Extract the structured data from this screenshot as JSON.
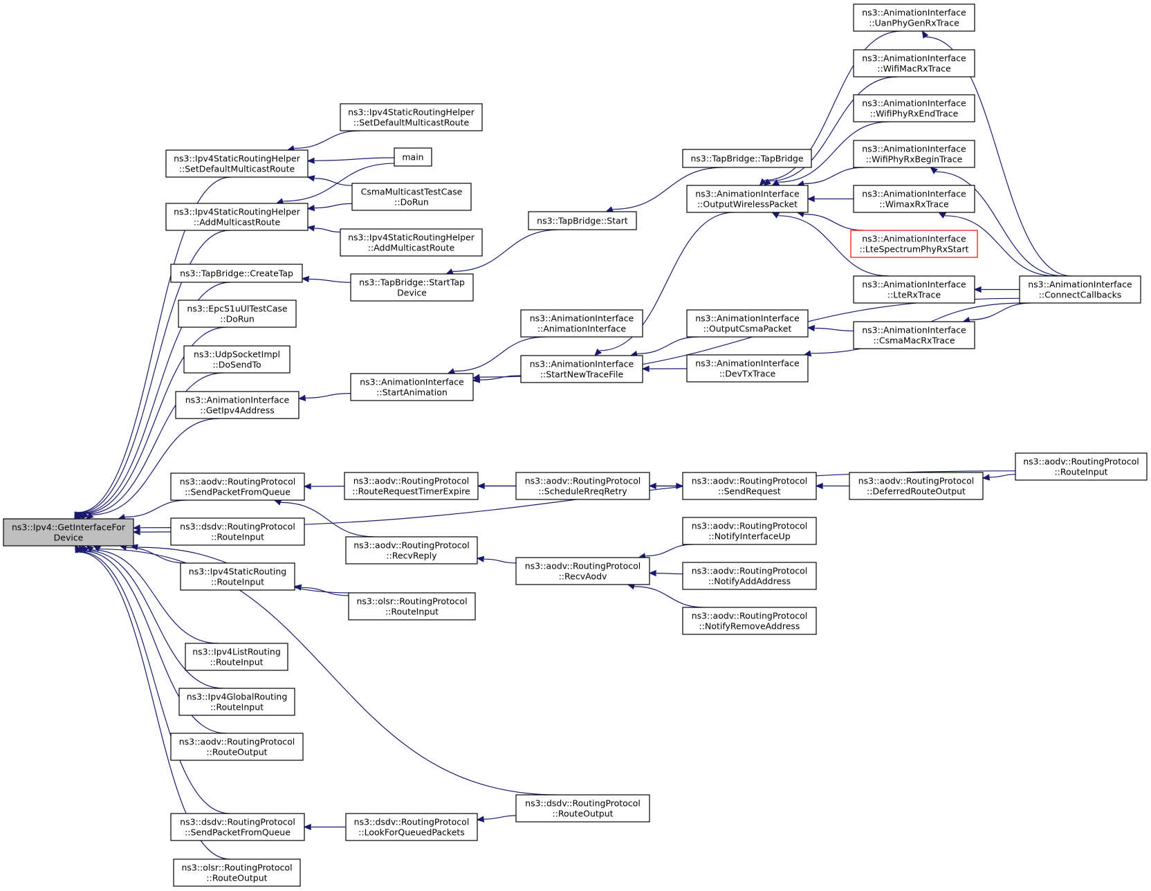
{
  "graph": {
    "nodes": [
      {
        "id": "root",
        "lines": [
          "ns3::Ipv4::GetInterfaceFor",
          "Device"
        ],
        "style": "root"
      },
      {
        "id": "sdmr",
        "lines": [
          "ns3::Ipv4StaticRoutingHelper",
          "::SetDefaultMulticastRoute"
        ]
      },
      {
        "id": "amr",
        "lines": [
          "ns3::Ipv4StaticRoutingHelper",
          "::AddMulticastRoute"
        ]
      },
      {
        "id": "createtap",
        "lines": [
          "ns3::TapBridge::CreateTap"
        ]
      },
      {
        "id": "epc",
        "lines": [
          "ns3::EpcS1uUlTestCase",
          "::DoRun"
        ]
      },
      {
        "id": "udp",
        "lines": [
          "ns3::UdpSocketImpl",
          "::DoSendTo"
        ]
      },
      {
        "id": "getipv4",
        "lines": [
          "ns3::AnimationInterface",
          "::GetIpv4Address"
        ]
      },
      {
        "id": "aodv_spfq",
        "lines": [
          "ns3::aodv::RoutingProtocol",
          "::SendPacketFromQueue"
        ]
      },
      {
        "id": "dsdv_ri",
        "lines": [
          "ns3::dsdv::RoutingProtocol",
          "::RouteInput"
        ]
      },
      {
        "id": "static_ri",
        "lines": [
          "ns3::Ipv4StaticRouting",
          "::RouteInput"
        ]
      },
      {
        "id": "list_ri",
        "lines": [
          "ns3::Ipv4ListRouting",
          "::RouteInput"
        ]
      },
      {
        "id": "global_ri",
        "lines": [
          "ns3::Ipv4GlobalRouting",
          "::RouteInput"
        ]
      },
      {
        "id": "aodv_ro",
        "lines": [
          "ns3::aodv::RoutingProtocol",
          "::RouteOutput"
        ]
      },
      {
        "id": "dsdv_spfq",
        "lines": [
          "ns3::dsdv::RoutingProtocol",
          "::SendPacketFromQueue"
        ]
      },
      {
        "id": "olsr_ro",
        "lines": [
          "ns3::olsr::RoutingProtocol",
          "::RouteOutput"
        ]
      },
      {
        "id": "sdmr2",
        "lines": [
          "ns3::Ipv4StaticRoutingHelper",
          "::SetDefaultMulticastRoute"
        ]
      },
      {
        "id": "main",
        "lines": [
          "main"
        ]
      },
      {
        "id": "csma",
        "lines": [
          "CsmaMulticastTestCase",
          "::DoRun"
        ]
      },
      {
        "id": "amr2",
        "lines": [
          "ns3::Ipv4StaticRoutingHelper",
          "::AddMulticastRoute"
        ]
      },
      {
        "id": "starttap",
        "lines": [
          "ns3::TapBridge::StartTap",
          "Device"
        ]
      },
      {
        "id": "tbstart",
        "lines": [
          "ns3::TapBridge::Start"
        ]
      },
      {
        "id": "tbtb",
        "lines": [
          "ns3::TapBridge::TapBridge"
        ]
      },
      {
        "id": "startanim",
        "lines": [
          "ns3::AnimationInterface",
          "::StartAnimation"
        ]
      },
      {
        "id": "animint",
        "lines": [
          "ns3::AnimationInterface",
          "::AnimationInterface"
        ]
      },
      {
        "id": "startnew",
        "lines": [
          "ns3::AnimationInterface",
          "::StartNewTraceFile"
        ]
      },
      {
        "id": "owp",
        "lines": [
          "ns3::AnimationInterface",
          "::OutputWirelessPacket"
        ]
      },
      {
        "id": "ocp",
        "lines": [
          "ns3::AnimationInterface",
          "::OutputCsmaPacket"
        ]
      },
      {
        "id": "devtx",
        "lines": [
          "ns3::AnimationInterface",
          "::DevTxTrace"
        ]
      },
      {
        "id": "uan",
        "lines": [
          "ns3::AnimationInterface",
          "::UanPhyGenRxTrace"
        ]
      },
      {
        "id": "wifimac",
        "lines": [
          "ns3::AnimationInterface",
          "::WifiMacRxTrace"
        ]
      },
      {
        "id": "wifiend",
        "lines": [
          "ns3::AnimationInterface",
          "::WifiPhyRxEndTrace"
        ]
      },
      {
        "id": "wifibegin",
        "lines": [
          "ns3::AnimationInterface",
          "::WifiPhyRxBeginTrace"
        ]
      },
      {
        "id": "wimax",
        "lines": [
          "ns3::AnimationInterface",
          "::WimaxRxTrace"
        ]
      },
      {
        "id": "lte_spec",
        "lines": [
          "ns3::AnimationInterface",
          "::LteSpectrumPhyRxStart"
        ],
        "style": "red"
      },
      {
        "id": "lterx",
        "lines": [
          "ns3::AnimationInterface",
          "::LteRxTrace"
        ]
      },
      {
        "id": "csmamac",
        "lines": [
          "ns3::AnimationInterface",
          "::CsmaMacRxTrace"
        ]
      },
      {
        "id": "connect",
        "lines": [
          "ns3::AnimationInterface",
          "::ConnectCallbacks"
        ]
      },
      {
        "id": "rrte",
        "lines": [
          "ns3::aodv::RoutingProtocol",
          "::RouteRequestTimerExpire"
        ]
      },
      {
        "id": "srr",
        "lines": [
          "ns3::aodv::RoutingProtocol",
          "::ScheduleRreqRetry"
        ]
      },
      {
        "id": "sendreq",
        "lines": [
          "ns3::aodv::RoutingProtocol",
          "::SendRequest"
        ]
      },
      {
        "id": "dro",
        "lines": [
          "ns3::aodv::RoutingProtocol",
          "::DeferredRouteOutput"
        ]
      },
      {
        "id": "aodv_ri",
        "lines": [
          "ns3::aodv::RoutingProtocol",
          "::RouteInput"
        ]
      },
      {
        "id": "recvreply",
        "lines": [
          "ns3::aodv::RoutingProtocol",
          "::RecvReply"
        ]
      },
      {
        "id": "recvaodv",
        "lines": [
          "ns3::aodv::RoutingProtocol",
          "::RecvAodv"
        ]
      },
      {
        "id": "niu",
        "lines": [
          "ns3::aodv::RoutingProtocol",
          "::NotifyInterfaceUp"
        ]
      },
      {
        "id": "naa",
        "lines": [
          "ns3::aodv::RoutingProtocol",
          "::NotifyAddAddress"
        ]
      },
      {
        "id": "nra",
        "lines": [
          "ns3::aodv::RoutingProtocol",
          "::NotifyRemoveAddress"
        ]
      },
      {
        "id": "olsr_ri",
        "lines": [
          "ns3::olsr::RoutingProtocol",
          "::RouteInput"
        ]
      },
      {
        "id": "lfqp",
        "lines": [
          "ns3::dsdv::RoutingProtocol",
          "::LookForQueuedPackets"
        ]
      },
      {
        "id": "dsdv_ro",
        "lines": [
          "ns3::dsdv::RoutingProtocol",
          "::RouteOutput"
        ]
      }
    ],
    "edges": [
      {
        "from": "sdmr",
        "to": "root"
      },
      {
        "from": "amr",
        "to": "root"
      },
      {
        "from": "createtap",
        "to": "root"
      },
      {
        "from": "epc",
        "to": "root"
      },
      {
        "from": "udp",
        "to": "root"
      },
      {
        "from": "getipv4",
        "to": "root"
      },
      {
        "from": "aodv_ri",
        "to": "root"
      },
      {
        "from": "aodv_spfq",
        "to": "root"
      },
      {
        "from": "dsdv_ri",
        "to": "root"
      },
      {
        "from": "static_ri",
        "to": "root"
      },
      {
        "from": "olsr_ri",
        "to": "root"
      },
      {
        "from": "list_ri",
        "to": "root"
      },
      {
        "from": "global_ri",
        "to": "root"
      },
      {
        "from": "aodv_ro",
        "to": "root"
      },
      {
        "from": "dsdv_ro",
        "to": "root"
      },
      {
        "from": "dsdv_spfq",
        "to": "root"
      },
      {
        "from": "olsr_ro",
        "to": "root"
      },
      {
        "from": "sdmr2",
        "to": "sdmr"
      },
      {
        "from": "main",
        "to": "sdmr"
      },
      {
        "from": "csma",
        "to": "sdmr"
      },
      {
        "from": "main",
        "to": "amr"
      },
      {
        "from": "csma",
        "to": "amr"
      },
      {
        "from": "amr2",
        "to": "amr"
      },
      {
        "from": "starttap",
        "to": "createtap"
      },
      {
        "from": "tbstart",
        "to": "starttap"
      },
      {
        "from": "tbtb",
        "to": "tbstart"
      },
      {
        "from": "startanim",
        "to": "getipv4"
      },
      {
        "from": "animint",
        "to": "startanim"
      },
      {
        "from": "startnew",
        "to": "startanim"
      },
      {
        "from": "owp",
        "to": "startnew"
      },
      {
        "from": "ocp",
        "to": "startnew"
      },
      {
        "from": "devtx",
        "to": "startnew"
      },
      {
        "from": "uan",
        "to": "owp"
      },
      {
        "from": "wifimac",
        "to": "owp"
      },
      {
        "from": "wifiend",
        "to": "owp"
      },
      {
        "from": "wifibegin",
        "to": "owp"
      },
      {
        "from": "wimax",
        "to": "owp"
      },
      {
        "from": "lte_spec",
        "to": "owp"
      },
      {
        "from": "lterx",
        "to": "owp"
      },
      {
        "from": "csmamac",
        "to": "ocp"
      },
      {
        "from": "connect",
        "to": "uan"
      },
      {
        "from": "connect",
        "to": "wifibegin"
      },
      {
        "from": "connect",
        "to": "wimax"
      },
      {
        "from": "connect",
        "to": "lterx"
      },
      {
        "from": "connect",
        "to": "csmamac"
      },
      {
        "from": "connect",
        "to": "devtx"
      },
      {
        "from": "connect",
        "to": "startanim"
      },
      {
        "from": "rrte",
        "to": "aodv_spfq"
      },
      {
        "from": "recvreply",
        "to": "aodv_spfq"
      },
      {
        "from": "srr",
        "to": "rrte"
      },
      {
        "from": "sendreq",
        "to": "srr"
      },
      {
        "from": "rrte",
        "to": "sendreq"
      },
      {
        "from": "dro",
        "to": "sendreq"
      },
      {
        "from": "aodv_ri",
        "to": "dro"
      },
      {
        "from": "recvaodv",
        "to": "recvreply"
      },
      {
        "from": "niu",
        "to": "recvaodv"
      },
      {
        "from": "naa",
        "to": "recvaodv"
      },
      {
        "from": "nra",
        "to": "recvaodv"
      },
      {
        "from": "olsr_ri",
        "to": "static_ri"
      },
      {
        "from": "lfqp",
        "to": "dsdv_spfq"
      },
      {
        "from": "dsdv_ro",
        "to": "lfqp"
      }
    ]
  }
}
